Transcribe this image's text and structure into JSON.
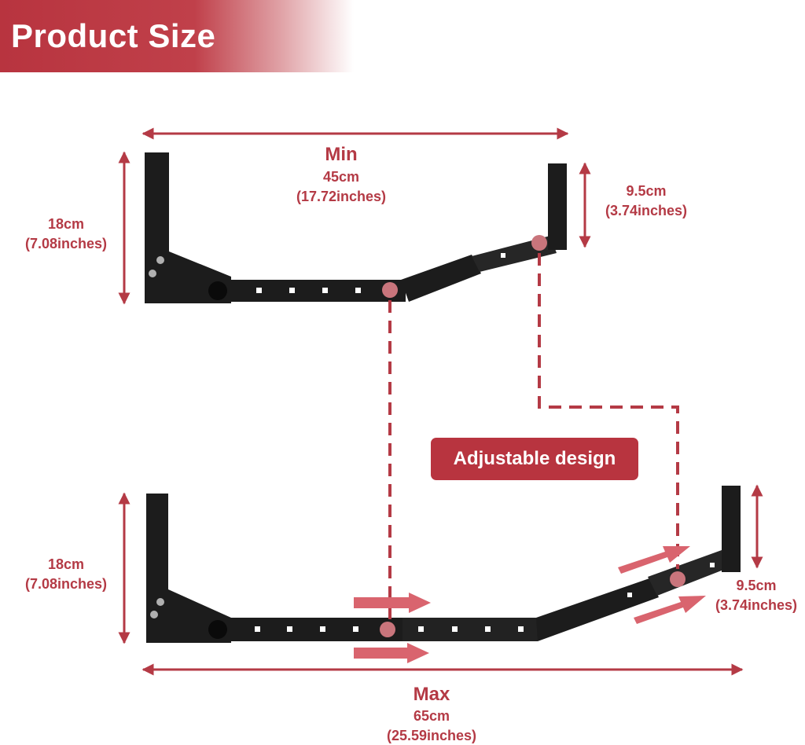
{
  "header": {
    "title": "Product Size"
  },
  "min": {
    "label": "Min",
    "length_cm": "45cm",
    "length_in": "(17.72inches)",
    "left_height_cm": "18cm",
    "left_height_in": "(7.08inches)",
    "right_height_cm": "9.5cm",
    "right_height_in": "(3.74inches)"
  },
  "max": {
    "label": "Max",
    "length_cm": "65cm",
    "length_in": "(25.59inches)",
    "left_height_cm": "18cm",
    "left_height_in": "(7.08inches)",
    "right_height_cm": "9.5cm",
    "right_height_in": "(3.74inches)"
  },
  "badge": {
    "label": "Adjustable design"
  },
  "colors": {
    "accent": "#b8343f",
    "dimension": "#b43a45",
    "bracket": "#1c1c1c",
    "arrow": "#d9646e",
    "pin": "#c9757c"
  }
}
